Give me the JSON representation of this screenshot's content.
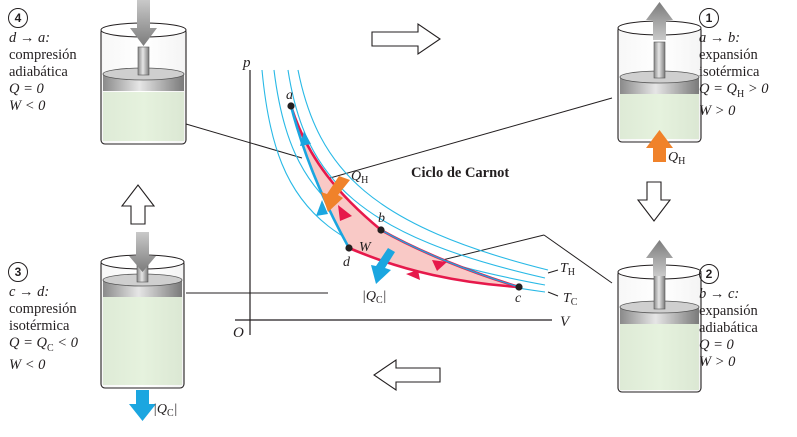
{
  "title": "Ciclo de Carnot",
  "axes": {
    "p": "p",
    "V": "V",
    "origin": "O"
  },
  "points": {
    "a": "a",
    "b": "b",
    "c": "c",
    "d": "d"
  },
  "isotherms": {
    "hot": "T",
    "hot_sub": "H",
    "cold": "T",
    "cold_sub": "C"
  },
  "work": "W",
  "heat_in": {
    "q": "Q",
    "sub": "H"
  },
  "heat_out": {
    "q": "|Q",
    "sub": "C",
    "end": "|"
  },
  "steps": [
    {
      "number": "1",
      "transition": "a → b:",
      "name": "expansión",
      "kind": "isotérmica",
      "q": "Q = Q",
      "q_sub": "H",
      "q_end": " > 0",
      "w": "W > 0"
    },
    {
      "number": "2",
      "transition": "b → c:",
      "name": "expansión",
      "kind": "adiabática",
      "q": "Q = 0",
      "w": "W > 0"
    },
    {
      "number": "3",
      "transition": "c → d:",
      "name": "compresión",
      "kind": "isotérmica",
      "q": "Q = Q",
      "q_sub": "C",
      "q_end": " < 0",
      "w": "W < 0"
    },
    {
      "number": "4",
      "transition": "d → a:",
      "name": "compresión",
      "kind": "adiabática",
      "q": "Q = 0",
      "w": "W < 0"
    }
  ],
  "colors": {
    "cycle": "#e6194b",
    "adiabat": "#1ba6e0",
    "isotherm": "#29b9e6",
    "heat_in": "#f0822a",
    "heat_out": "#1ba6e0",
    "fill": "#f9c9c6",
    "gas": "#d8ebcc"
  }
}
